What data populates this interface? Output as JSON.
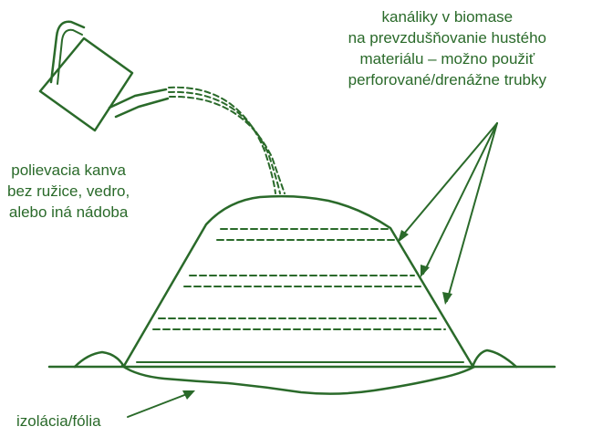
{
  "labels": {
    "channels": {
      "lines": [
        "kanáliky v biomase",
        "na prevzdušňovanie hustého",
        "materiálu – možno použiť",
        "perforované/drenážne trubky"
      ]
    },
    "watering_can": {
      "lines": [
        "polievacia kanva",
        "bez ružice, vedro,",
        "alebo iná nádoba"
      ]
    },
    "insulation": {
      "text": "izolácia/fólia"
    }
  },
  "colors": {
    "stroke": "#2a6a2a",
    "text": "#2a6a2a",
    "background": "#ffffff"
  },
  "icons": {
    "watering_can": "watering-can-icon",
    "compost_heap": "compost-heap-shape"
  }
}
